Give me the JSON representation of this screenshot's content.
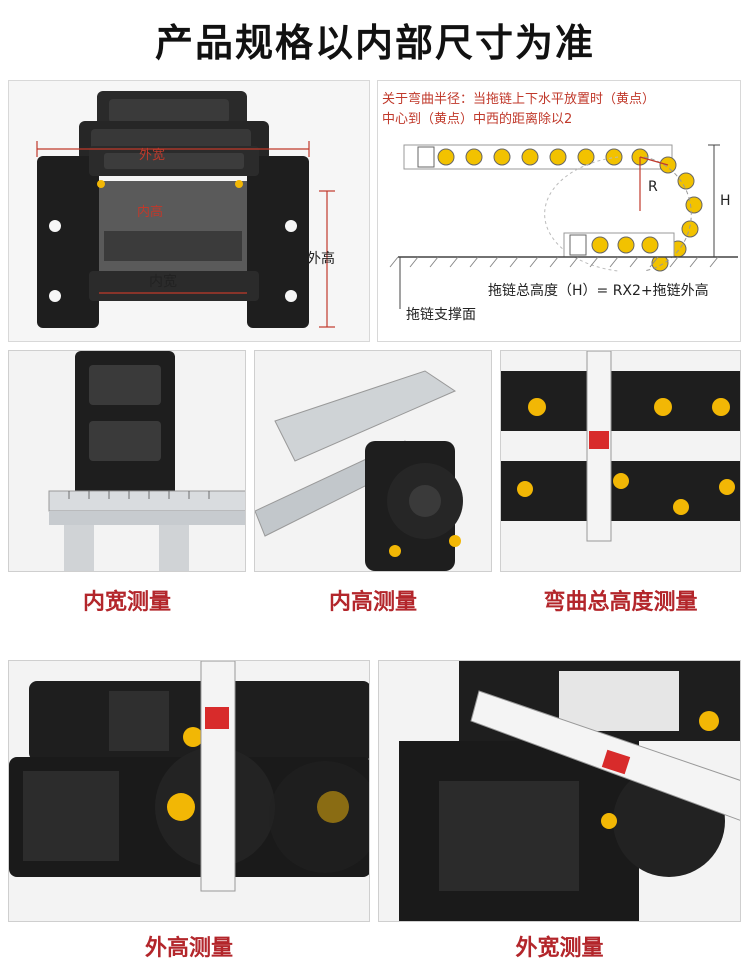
{
  "title": "产品规格以内部尺寸为准",
  "top_left": {
    "labels": {
      "outer_width": "外宽",
      "inner_height": "内高",
      "outer_height": "外高",
      "inner_width": "内宽"
    }
  },
  "top_right": {
    "note_line1": "关于弯曲半径：当拖链上下水平放置时（黄点）",
    "note_line2": "中心到（黄点）中西的距离除以2",
    "r_label": "R",
    "h_label": "H",
    "formula": "拖链总高度（H）= RX2+拖链外高",
    "support_label": "拖链支撑面"
  },
  "captions": {
    "inner_width": "内宽测量",
    "inner_height": "内高测量",
    "bend_height": "弯曲总高度测量",
    "outer_height": "外高测量",
    "outer_width": "外宽测量"
  },
  "colors": {
    "accent_red": "#b3262b",
    "chain_black": "#1e1e1e",
    "dot_yellow": "#f2b705"
  }
}
